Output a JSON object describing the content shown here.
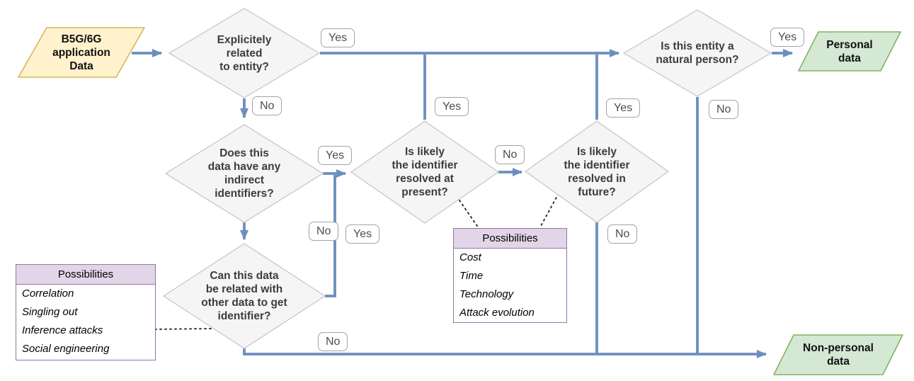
{
  "nodes": {
    "start": {
      "label": "B5G/6G\napplication\nData"
    },
    "explicit": {
      "label": "Explicitely\nrelated\nto entity?"
    },
    "indirect": {
      "label": "Does this\ndata have any\nindirect\nidentifiers?"
    },
    "present": {
      "label": "Is likely\nthe identifier\nresolved at\npresent?"
    },
    "future": {
      "label": "Is likely\nthe identifier\nresolved in\nfuture?"
    },
    "person": {
      "label": "Is this entity a\nnatural person?"
    },
    "related": {
      "label": "Can this data\nbe related with\nother data to get\nidentifier?"
    },
    "personal": {
      "label": "Personal\ndata"
    },
    "nonpersonal": {
      "label": "Non-personal\ndata"
    }
  },
  "labels": {
    "explicit_yes": "Yes",
    "explicit_no": "No",
    "indirect_yes": "Yes",
    "indirect_no": "No",
    "related_yes": "Yes",
    "related_no": "No",
    "present_yes": "Yes",
    "present_no": "No",
    "future_yes": "Yes",
    "future_no": "No",
    "person_yes": "Yes",
    "person_no": "No"
  },
  "possibilities_left": {
    "title": "Possibilities",
    "items": [
      "Correlation",
      "Singling out",
      "Inference attacks",
      "Social engineering"
    ]
  },
  "possibilities_right": {
    "title": "Possibilities",
    "items": [
      "Cost",
      "Time",
      "Technology",
      "Attack evolution"
    ]
  },
  "colors": {
    "edge": "#6C8EBF",
    "start_fill": "#FFF2CC",
    "start_border": "#D6B656",
    "result_fill": "#D5E8D4",
    "result_border": "#82B366",
    "decision_fill": "#F5F5F5",
    "decision_border": "#CCCCCC",
    "possibilities_header_fill": "#E1D5E7",
    "possibilities_border": "#9673A6"
  }
}
